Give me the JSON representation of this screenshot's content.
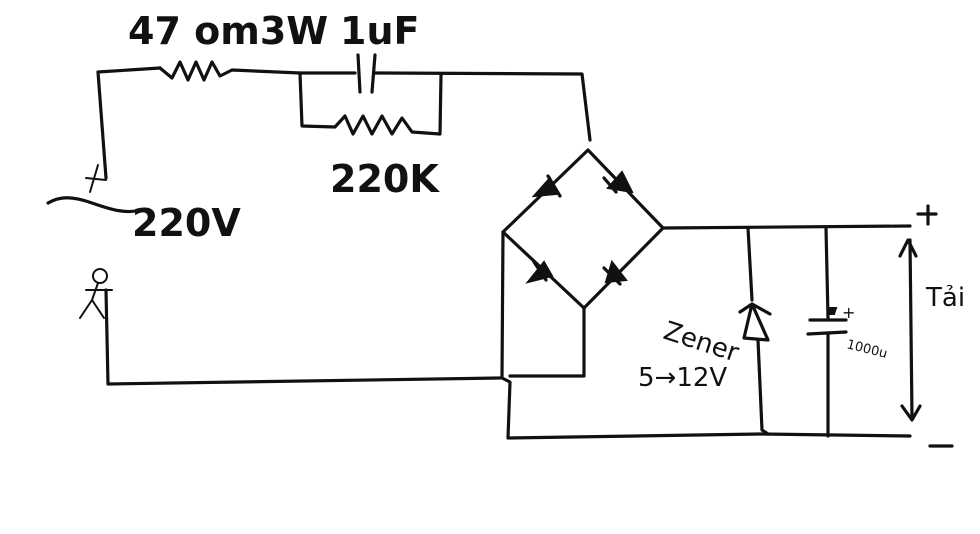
{
  "labels": {
    "series_resistor": "47 om3W",
    "capacitor": "1uF",
    "parallel_resistor": "220K",
    "ac_source": "220V",
    "zener": "Zener",
    "zener_range": "5→12V",
    "electrolytic": "1000u",
    "electrolytic_plus": "+",
    "load": "Tải",
    "out_plus": "+",
    "out_minus": "–"
  }
}
